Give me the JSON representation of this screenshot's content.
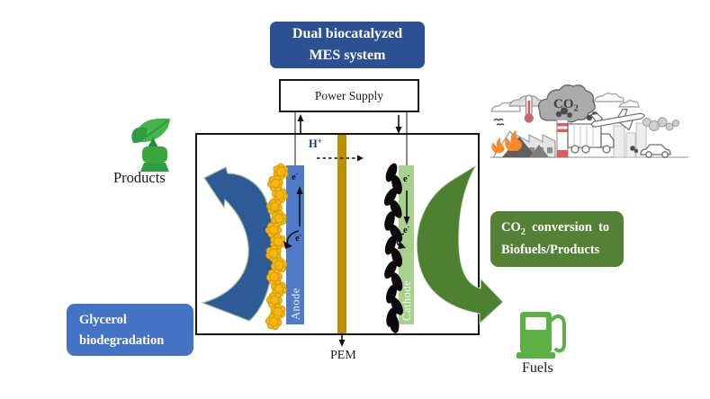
{
  "title_box": {
    "line1": "Dual biocatalyzed",
    "line2": "MES system"
  },
  "power_supply": {
    "label": "Power Supply"
  },
  "cell": {
    "h_label": "H",
    "h_sup": "+",
    "anode_label": "Anode",
    "cathode_label": "Cathode",
    "pem_label": "PEM",
    "electron": "e",
    "electron_sup": "-"
  },
  "left": {
    "products_label": "Products",
    "glycerol_line1": "Glycerol",
    "glycerol_line2": "biodegradation"
  },
  "right": {
    "co2_pre": "CO",
    "co2_sub": "2",
    "co2_post": " conversion to",
    "co2_line2": "Biofuels/Products",
    "fuels_label": "Fuels",
    "cloud_co2": "CO",
    "cloud_co2_sub": "2"
  },
  "colors": {
    "title_blue": "#2D5092",
    "box_blue": "#4472C4",
    "box_green": "#538135",
    "arrow_blue": "#2E5B97",
    "arrow_green": "#4E8032",
    "anode_blue": "#4F7BC8",
    "cathode_green": "#A9D18E",
    "pem_gold": "#BD9000",
    "biofilm_yellow": "#F6B80F",
    "biofilm_outline": "#D29A08",
    "pump_green": "#5CB044",
    "leaf_green": "#43A838",
    "wire_gray": "#8C8C8C",
    "hplus_navy": "#1F3864"
  }
}
